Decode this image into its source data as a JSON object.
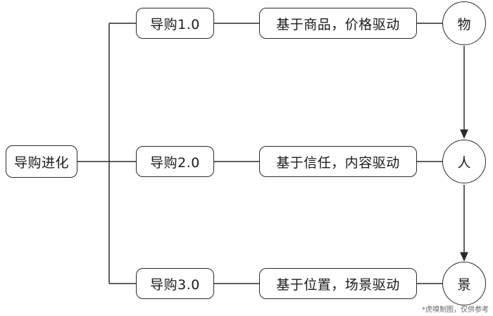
{
  "diagram": {
    "root": {
      "label": "导购进化"
    },
    "stages": [
      {
        "label": "导购1.0",
        "desc": "基于商品，价格驱动",
        "outcome": "物"
      },
      {
        "label": "导购2.0",
        "desc": "基于信任，内容驱动",
        "outcome": "人"
      },
      {
        "label": "导购3.0",
        "desc": "基于位置，场景驱动",
        "outcome": "景"
      }
    ],
    "footnote": "*虎嗅制图，仅供参考",
    "colors": {
      "stroke": "#2a2a2a",
      "background": "#ffffff",
      "text": "#1a1a1a",
      "footnote": "#666666"
    }
  }
}
